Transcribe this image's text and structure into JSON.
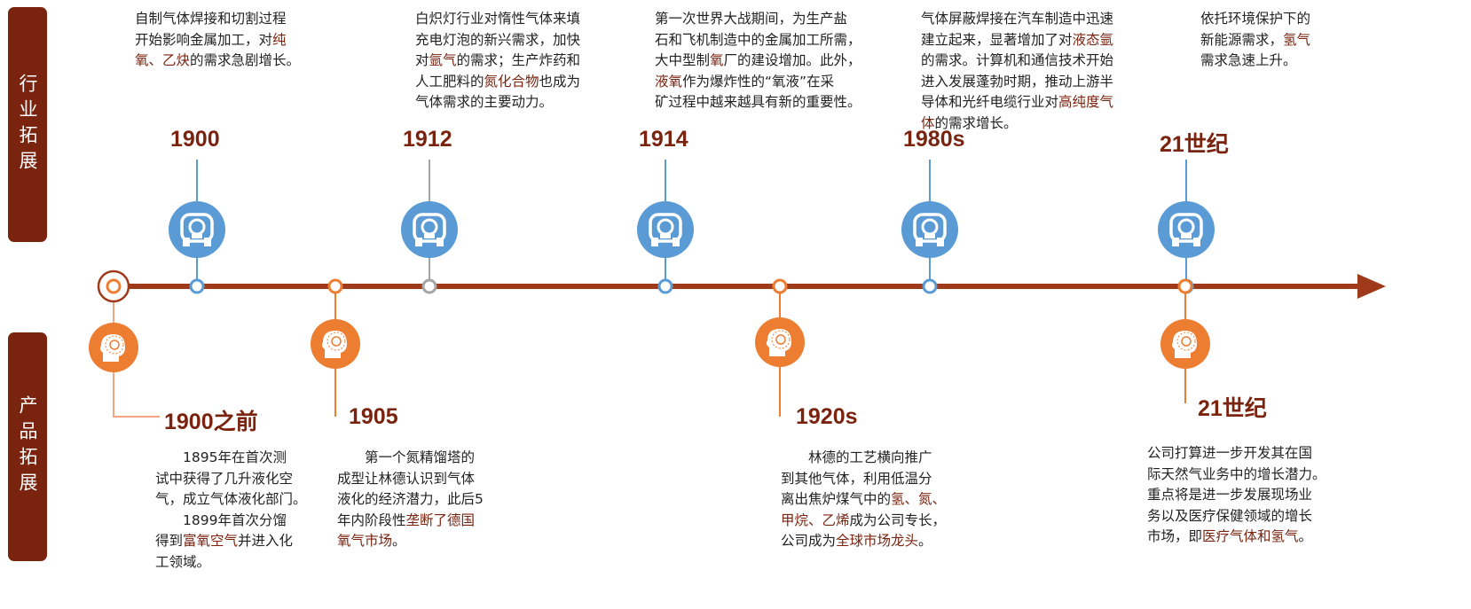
{
  "side_labels": {
    "top": "行业拓展",
    "bottom": "产品拓展"
  },
  "colors": {
    "brand": "#7a2410",
    "blue": "#5b9bd5",
    "orange": "#ed7d31",
    "gray": "#a5a5a5",
    "axis": "#9e3a1a"
  },
  "top_events": [
    {
      "year": "1900",
      "icon": "industry-machine-icon",
      "lines": [
        [
          [
            "自制气体焊接和切割过程",
            0
          ]
        ],
        [
          [
            "开始影响金属加工，对",
            0
          ],
          [
            "纯",
            1
          ]
        ],
        [
          [
            "氧、乙炔",
            1
          ],
          [
            "的需求急剧增长。",
            0
          ]
        ]
      ]
    },
    {
      "year": "1912",
      "icon": "industry-machine-icon",
      "lines": [
        [
          [
            "白炽灯行业对惰性气体来填",
            0
          ]
        ],
        [
          [
            "充电灯泡的新兴需求，加快",
            0
          ]
        ],
        [
          [
            "对",
            0
          ],
          [
            "氩气",
            1
          ],
          [
            "的需求；生产炸药和",
            0
          ]
        ],
        [
          [
            "人工肥料的",
            0
          ],
          [
            "氮化合物",
            1
          ],
          [
            "也成为",
            0
          ]
        ],
        [
          [
            "气体需求的主要动力。",
            0
          ]
        ]
      ]
    },
    {
      "year": "1914",
      "icon": "industry-machine-icon",
      "lines": [
        [
          [
            "第一次世界大战期间，为生产盐",
            0
          ]
        ],
        [
          [
            "石和飞机制造中的金属加工所需，",
            0
          ]
        ],
        [
          [
            "大中型制",
            0
          ],
          [
            "氧",
            1
          ],
          [
            "厂的建设增加。此外，",
            0
          ]
        ],
        [
          [
            "液氧",
            1
          ],
          [
            "作为爆炸性的“氧液”在采",
            0
          ]
        ],
        [
          [
            "矿过程中越来越具有新的重要性。",
            0
          ]
        ]
      ]
    },
    {
      "year": "1980s",
      "icon": "industry-machine-icon",
      "lines": [
        [
          [
            "气体屏蔽焊接在汽车制造中迅速",
            0
          ]
        ],
        [
          [
            "建立起来，显著增加了对",
            0
          ],
          [
            "液态氩",
            1
          ]
        ],
        [
          [
            "的需求。计算机和通信技术开始",
            0
          ]
        ],
        [
          [
            "进入发展蓬勃时期，推动上游半",
            0
          ]
        ],
        [
          [
            "导体和光纤电缆行业对",
            0
          ],
          [
            "高纯度气",
            1
          ]
        ],
        [
          [
            "体",
            1
          ],
          [
            "的需求增长。",
            0
          ]
        ]
      ]
    },
    {
      "year": "21世纪",
      "icon": "industry-machine-icon",
      "lines": [
        [
          [
            "依托环境保护下的",
            0
          ]
        ],
        [
          [
            "新能源需求，",
            0
          ],
          [
            "氢气",
            1
          ]
        ],
        [
          [
            "需求急速上升。",
            0
          ]
        ]
      ]
    }
  ],
  "bottom_events": [
    {
      "year": "1900之前",
      "icon": "lightbulb-head-icon",
      "lines": [
        [
          [
            "　　1895年在首次测",
            0
          ]
        ],
        [
          [
            "试中获得了几升液化空",
            0
          ]
        ],
        [
          [
            "气，成立气体液化部门。",
            0
          ]
        ],
        [
          [
            "　　1899年首次分馏",
            0
          ]
        ],
        [
          [
            "得到",
            0
          ],
          [
            "富氧空气",
            1
          ],
          [
            "并进入化",
            0
          ]
        ],
        [
          [
            "工领域。",
            0
          ]
        ]
      ]
    },
    {
      "year": "1905",
      "icon": "lightbulb-head-icon",
      "lines": [
        [
          [
            "　　第一个氮精馏塔的",
            0
          ]
        ],
        [
          [
            "成型让林德认识到气体",
            0
          ]
        ],
        [
          [
            "液化的经济潜力，此后5",
            0
          ]
        ],
        [
          [
            "年内阶段性",
            0
          ],
          [
            "垄断了德国",
            1
          ]
        ],
        [
          [
            "氧气市场",
            1
          ],
          [
            "。",
            0
          ]
        ]
      ]
    },
    {
      "year": "1920s",
      "icon": "lightbulb-head-icon",
      "lines": [
        [
          [
            "　　林德的工艺横向推广",
            0
          ]
        ],
        [
          [
            "到其他气体，利用低温分",
            0
          ]
        ],
        [
          [
            "离出焦炉煤气中的",
            0
          ],
          [
            "氢、氮、",
            1
          ]
        ],
        [
          [
            "甲烷、乙烯",
            1
          ],
          [
            "成为公司专长，",
            0
          ]
        ],
        [
          [
            "公司成为",
            0
          ],
          [
            "全球市场龙头",
            1
          ],
          [
            "。",
            0
          ]
        ]
      ]
    },
    {
      "year": "21世纪",
      "icon": "lightbulb-head-icon",
      "lines": [
        [
          [
            "公司打算进一步开发其在国",
            0
          ]
        ],
        [
          [
            "际天然气业务中的增长潜力。",
            0
          ]
        ],
        [
          [
            "重点将是进一步发展现场业",
            0
          ]
        ],
        [
          [
            "务以及医疗保健领域的增长",
            0
          ]
        ],
        [
          [
            "市场，即",
            0
          ],
          [
            "医疗气体和氢气",
            1
          ],
          [
            "。",
            0
          ]
        ]
      ]
    }
  ]
}
